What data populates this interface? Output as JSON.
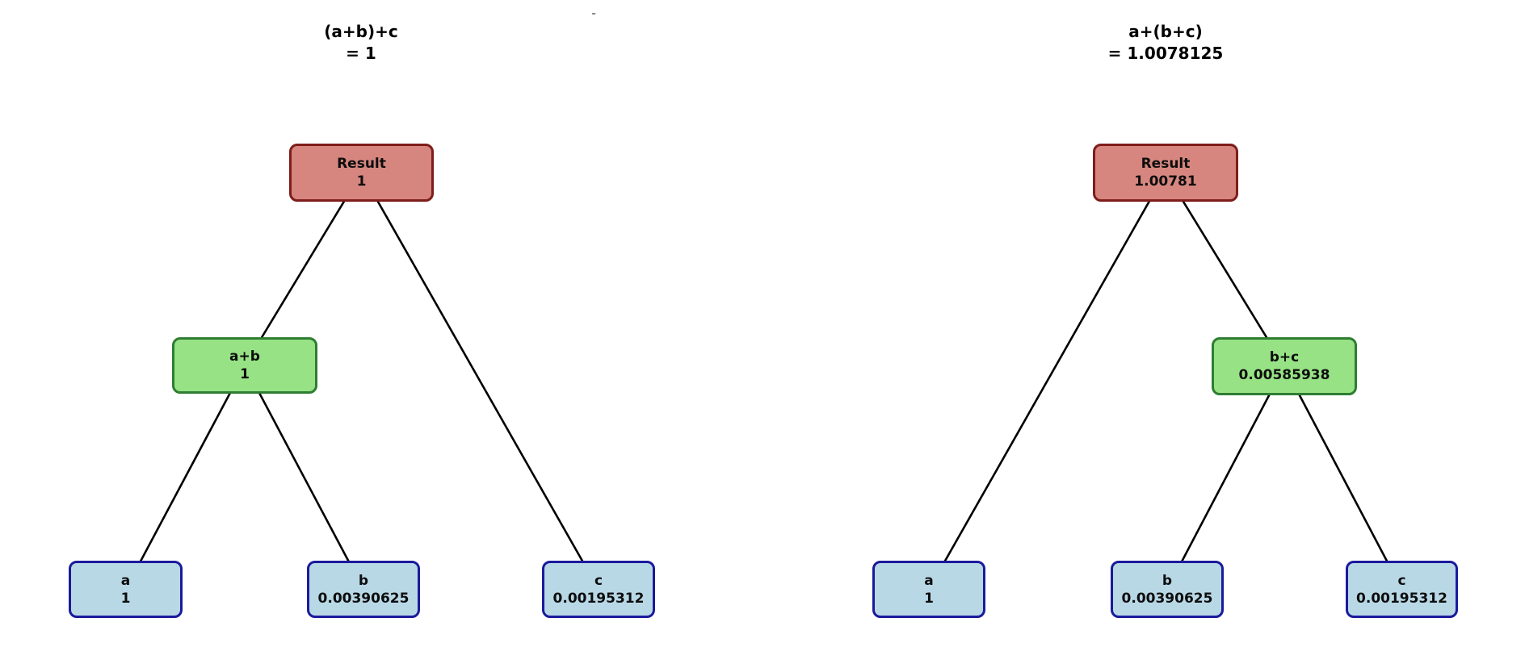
{
  "figure": {
    "suptitle": "-",
    "background": "#ffffff",
    "edge_color": "#000000",
    "colors": {
      "result_fill": "#d6867f",
      "result_border": "#7e1d1a",
      "op_fill": "#97e285",
      "op_border": "#2e7d32",
      "leaf_fill": "#b8d8e6",
      "leaf_border": "#1a1a9c"
    }
  },
  "left_tree": {
    "title_line1": "(a+b)+c",
    "title_line2": "= 1",
    "nodes": {
      "result": {
        "label": "Result",
        "value": "1"
      },
      "op": {
        "label": "a+b",
        "value": "1"
      },
      "leaf_a": {
        "label": "a",
        "value": "1"
      },
      "leaf_b": {
        "label": "b",
        "value": "0.00390625"
      },
      "leaf_c": {
        "label": "c",
        "value": "0.00195312"
      }
    }
  },
  "right_tree": {
    "title_line1": "a+(b+c)",
    "title_line2": "= 1.0078125",
    "nodes": {
      "result": {
        "label": "Result",
        "value": "1.00781"
      },
      "op": {
        "label": "b+c",
        "value": "0.00585938"
      },
      "leaf_a": {
        "label": "a",
        "value": "1"
      },
      "leaf_b": {
        "label": "b",
        "value": "0.00390625"
      },
      "leaf_c": {
        "label": "c",
        "value": "0.00195312"
      }
    }
  }
}
